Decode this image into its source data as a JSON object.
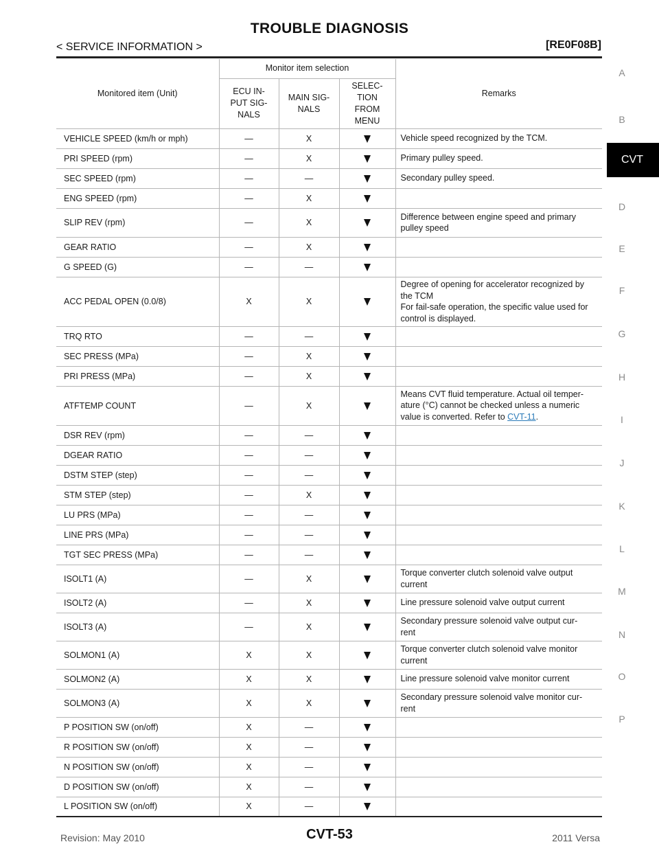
{
  "header": {
    "title": "TROUBLE DIAGNOSIS",
    "section": "< SERVICE INFORMATION >",
    "model_code": "[RE0F08B]"
  },
  "side_index": {
    "letters": [
      "A",
      "B",
      "CVT",
      "D",
      "E",
      "F",
      "G",
      "H",
      "I",
      "J",
      "K",
      "L",
      "M",
      "N",
      "O",
      "P"
    ],
    "active": "CVT"
  },
  "table": {
    "headers": {
      "monitored_item": "Monitored item (Unit)",
      "monitor_selection": "Monitor item selection",
      "ecu_input": "ECU IN-\nPUT SIG-\nNALS",
      "main_signals": "MAIN SIG-\nNALS",
      "selection_menu": "SELEC-\nTION\nFROM\nMENU",
      "remarks": "Remarks"
    },
    "rows": [
      {
        "item": "VEHICLE SPEED (km/h or mph)",
        "ecu": "—",
        "main": "X",
        "remarks": "Vehicle speed recognized by the TCM."
      },
      {
        "item": "PRI SPEED (rpm)",
        "ecu": "—",
        "main": "X",
        "remarks": "Primary pulley speed."
      },
      {
        "item": "SEC SPEED (rpm)",
        "ecu": "—",
        "main": "—",
        "remarks": "Secondary pulley speed."
      },
      {
        "item": "ENG SPEED (rpm)",
        "ecu": "—",
        "main": "X",
        "remarks": ""
      },
      {
        "item": "SLIP REV (rpm)",
        "ecu": "—",
        "main": "X",
        "remarks": "Difference between engine speed and primary pulley speed"
      },
      {
        "item": "GEAR RATIO",
        "ecu": "—",
        "main": "X",
        "remarks": ""
      },
      {
        "item": "G SPEED (G)",
        "ecu": "—",
        "main": "—",
        "remarks": ""
      },
      {
        "item": "ACC PEDAL OPEN (0.0/8)",
        "ecu": "X",
        "main": "X",
        "remarks": "Degree of opening for accelerator recognized by the TCM\nFor fail-safe operation, the specific value used for control is displayed."
      },
      {
        "item": "TRQ RTO",
        "ecu": "—",
        "main": "—",
        "remarks": ""
      },
      {
        "item": "SEC PRESS (MPa)",
        "ecu": "—",
        "main": "X",
        "remarks": ""
      },
      {
        "item": "PRI PRESS (MPa)",
        "ecu": "—",
        "main": "X",
        "remarks": ""
      },
      {
        "item": "ATFTEMP COUNT",
        "ecu": "—",
        "main": "X",
        "remarks": "Means CVT fluid temperature. Actual oil temper-\nature (°C) cannot be checked unless a numeric\nvalue is converted. Refer to ",
        "link": "CVT-11",
        "after_link": "."
      },
      {
        "item": "DSR REV (rpm)",
        "ecu": "—",
        "main": "—",
        "remarks": ""
      },
      {
        "item": "DGEAR RATIO",
        "ecu": "—",
        "main": "—",
        "remarks": ""
      },
      {
        "item": "DSTM STEP (step)",
        "ecu": "—",
        "main": "—",
        "remarks": ""
      },
      {
        "item": "STM STEP (step)",
        "ecu": "—",
        "main": "X",
        "remarks": ""
      },
      {
        "item": "LU PRS (MPa)",
        "ecu": "—",
        "main": "—",
        "remarks": ""
      },
      {
        "item": "LINE PRS (MPa)",
        "ecu": "—",
        "main": "—",
        "remarks": ""
      },
      {
        "item": "TGT SEC PRESS (MPa)",
        "ecu": "—",
        "main": "—",
        "remarks": ""
      },
      {
        "item": "ISOLT1 (A)",
        "ecu": "—",
        "main": "X",
        "remarks": "Torque converter clutch solenoid valve output current"
      },
      {
        "item": "ISOLT2 (A)",
        "ecu": "—",
        "main": "X",
        "remarks": "Line pressure solenoid valve output current"
      },
      {
        "item": "ISOLT3 (A)",
        "ecu": "—",
        "main": "X",
        "remarks": "Secondary pressure solenoid valve output cur-\nrent"
      },
      {
        "item": "SOLMON1 (A)",
        "ecu": "X",
        "main": "X",
        "remarks": "Torque converter clutch solenoid valve monitor current"
      },
      {
        "item": "SOLMON2 (A)",
        "ecu": "X",
        "main": "X",
        "remarks": "Line pressure solenoid valve monitor current"
      },
      {
        "item": "SOLMON3 (A)",
        "ecu": "X",
        "main": "X",
        "remarks": "Secondary pressure solenoid valve monitor cur-\nrent"
      },
      {
        "item": "P POSITION SW (on/off)",
        "ecu": "X",
        "main": "—",
        "remarks": ""
      },
      {
        "item": "R POSITION SW (on/off)",
        "ecu": "X",
        "main": "—",
        "remarks": ""
      },
      {
        "item": "N POSITION SW (on/off)",
        "ecu": "X",
        "main": "—",
        "remarks": ""
      },
      {
        "item": "D POSITION SW (on/off)",
        "ecu": "X",
        "main": "—",
        "remarks": ""
      },
      {
        "item": "L POSITION SW (on/off)",
        "ecu": "X",
        "main": "—",
        "remarks": ""
      }
    ]
  },
  "footer": {
    "revision": "Revision: May 2010",
    "page_number": "CVT-53",
    "edition": "2011 Versa"
  }
}
